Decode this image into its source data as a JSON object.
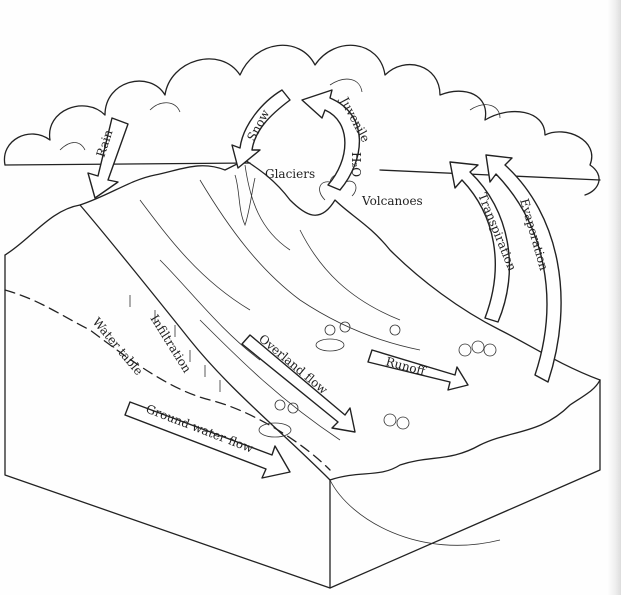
{
  "labels": {
    "rain": "Rain",
    "snow": "Snow",
    "juvenile": "Juvenile",
    "h2o": "H₂O",
    "glaciers": "Glaciers",
    "volcanoes": "Volcanoes",
    "transpiration": "Transpiration",
    "evaporation": "Evaporation",
    "infiltration": "Infiltration",
    "water_table": "Water table",
    "overland_flow": "Overland flow",
    "runoff": "Runoff",
    "ground_water_flow": "Ground water flow"
  },
  "colors": {
    "ink": "#222222",
    "paper": "#fefefe"
  }
}
